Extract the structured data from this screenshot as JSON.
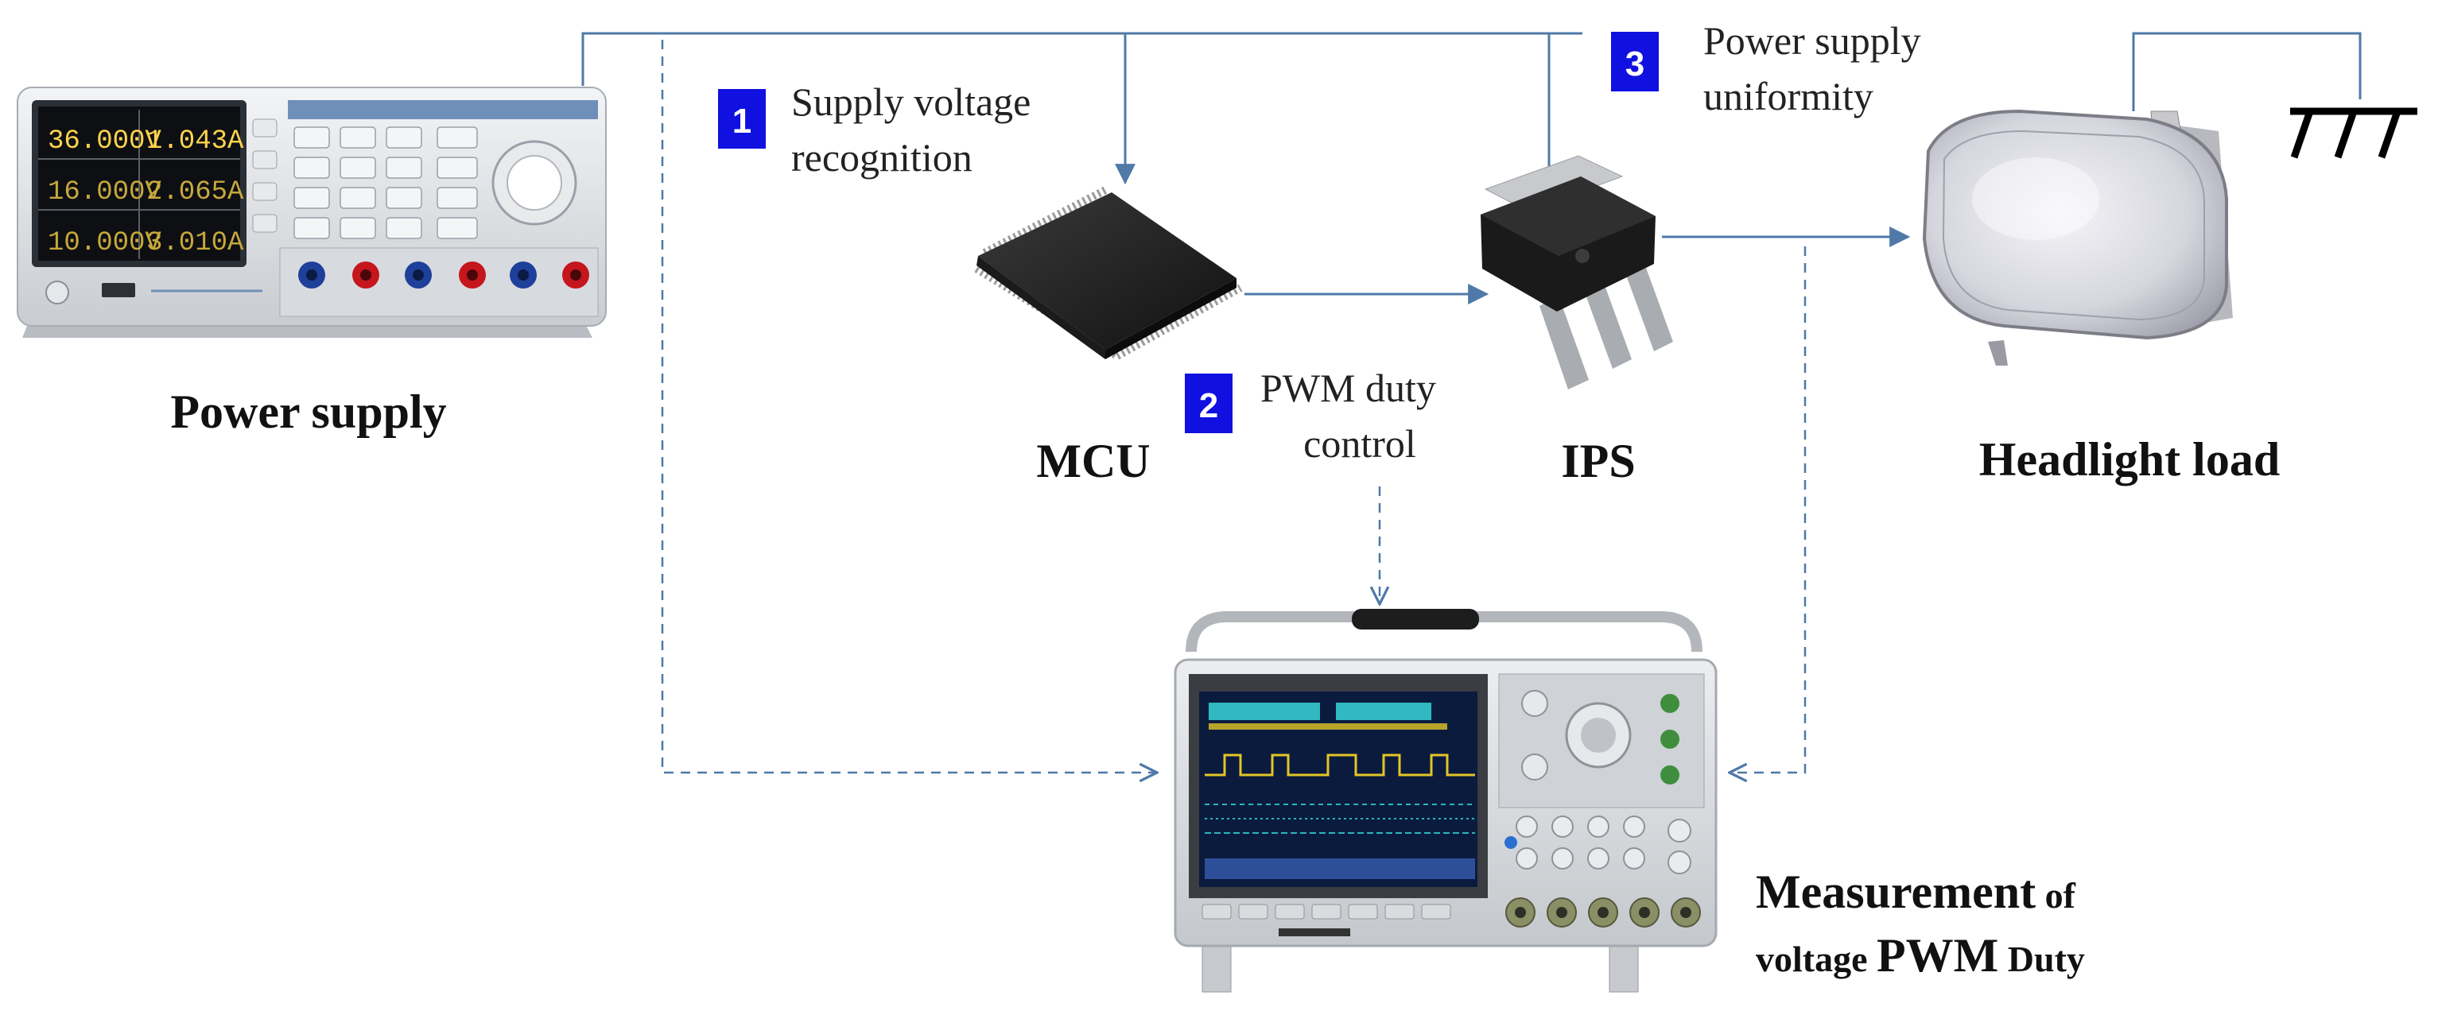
{
  "colors": {
    "line": "#4f79a8",
    "badge": "#1010e0",
    "badge_text": "#ffffff",
    "label": "#111111"
  },
  "icons": {
    "power_supply": "bench-power-supply-icon",
    "mcu": "microcontroller-chip-icon",
    "ips": "intelligent-power-switch-icon",
    "headlight": "headlight-lamp-icon",
    "ground": "ground-symbol-icon",
    "oscilloscope": "oscilloscope-icon"
  },
  "nodes": {
    "power_supply": {
      "label": "Power supply"
    },
    "mcu": {
      "label": "MCU"
    },
    "ips": {
      "label": "IPS"
    },
    "headlight": {
      "label": "Headlight load"
    },
    "measurement": {
      "label_line1_bold": "Measurement",
      "label_line1_tail": " of",
      "label_line2_pre": "voltage ",
      "label_line2_bold": "PWM",
      "label_line2_tail": " Duty"
    }
  },
  "screen": {
    "ch1": "36.000V",
    "ch1_current": "1.043A",
    "ch2": "16.000V",
    "ch2_current": "2.065A",
    "ch3": "10.000V",
    "ch3_current": "3.010A"
  },
  "steps": [
    {
      "number": "1",
      "line1": "Supply voltage",
      "line2": "recognition"
    },
    {
      "number": "2",
      "line1": "PWM duty",
      "line2": "control"
    },
    {
      "number": "3",
      "line1": "Power supply",
      "line2": "uniformity"
    }
  ]
}
